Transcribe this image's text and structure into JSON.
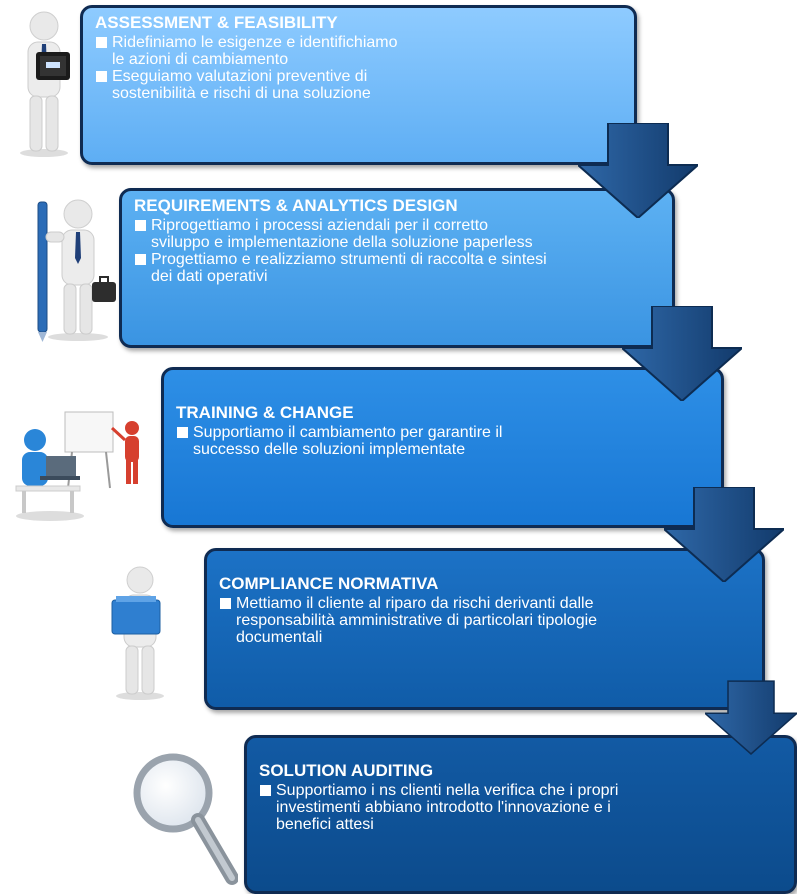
{
  "steps": [
    {
      "title": "ASSESSMENT & FEASIBILITY",
      "bullets": [
        "Ridefiniamo le esigenze e identifichiamo le azioni di cambiamento",
        "Eseguiamo valutazioni preventive di sostenibilità e rischi di una soluzione"
      ],
      "figure": "businessman-with-tablet-icon"
    },
    {
      "title": "REQUIREMENTS & ANALYTICS DESIGN",
      "bullets": [
        "Riprogettiamo i processi aziendali per il corretto sviluppo e implementazione della soluzione paperless",
        "Progettiamo e realizziamo strumenti di raccolta e sintesi dei dati operativi"
      ],
      "figure": "businessman-with-pen-and-briefcase-icon"
    },
    {
      "title": "TRAINING & CHANGE",
      "bullets": [
        "Supportiamo il cambiamento per garantire il successo delle soluzioni implementate"
      ],
      "figure": "training-presentation-icon"
    },
    {
      "title": "COMPLIANCE NORMATIVA",
      "bullets": [
        "Mettiamo il cliente al riparo da rischi derivanti dalle responsabilità amministrative di particolari tipologie documentali"
      ],
      "figure": "figure-with-folder-icon"
    },
    {
      "title": "SOLUTION AUDITING",
      "bullets": [
        "Supportiamo i ns clienti nella verifica che i propri investimenti abbiano introdotto l'innovazione e i benefici attesi"
      ],
      "figure": "magnifying-glass-icon"
    }
  ],
  "colors": {
    "step1": "#7cc0fb",
    "step2": "#4aa2eb",
    "step3": "#2283dd",
    "step4": "#1667b8",
    "step5": "#0f5398",
    "arrow": "#1a4a82",
    "border": "#0f2b52"
  }
}
